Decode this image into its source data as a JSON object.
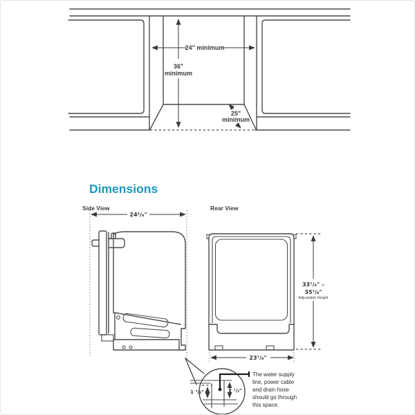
{
  "colors": {
    "line": "#4a4a4a",
    "heading_accent": "#2097ba",
    "label_text": "#3a3a3a"
  },
  "clearance_diagram": {
    "width_label": "24\" minimum",
    "height_label_line1": "36\"",
    "height_label_line2": "minimum",
    "depth_label_line1": "25\"",
    "depth_label_line2": "minimum"
  },
  "dimensions_section": {
    "heading": "Dimensions",
    "side_view": {
      "label": "Side View",
      "width_dim": "24⁵/₈\""
    },
    "rear_view": {
      "label": "Rear View",
      "width_dim": "23⁷/₈\"",
      "height_dim_line1": "33⁷/₈\" –",
      "height_dim_line2": "35⁷/₈\"",
      "height_dim_note": "Adjustable Height"
    },
    "detail_callout": {
      "left_dim": "1 ³/₄\"",
      "right_dim": "2 ¹/₂\"",
      "note_lines": [
        "The water supply",
        "line, power cable",
        "and drain hose",
        "should go through",
        "this space."
      ]
    }
  }
}
